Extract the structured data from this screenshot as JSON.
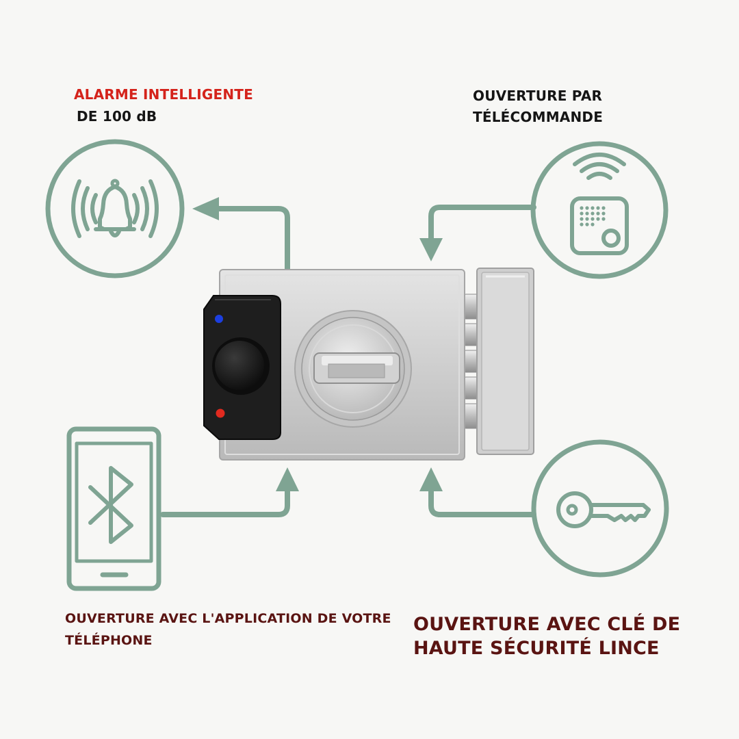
{
  "colors": {
    "background": "#f7f7f5",
    "icon_green": "#7fa493",
    "alarm_red": "#d4231b",
    "dark_text": "#151515",
    "maroon_text": "#5a1412",
    "lock_silver": "#c9c9c9",
    "led_blue": "#1c3fe0",
    "led_red": "#e12a1f"
  },
  "features": {
    "alarm": {
      "title": "ALARME INTELLIGENTE",
      "subtitle": "DE 100 dB",
      "icon": "bell-alarm-icon"
    },
    "remote": {
      "line1": "OUVERTURE PAR",
      "line2": "TÉLÉCOMMANDE",
      "icon": "remote-control-icon"
    },
    "app": {
      "line1": "OUVERTURE AVEC L'APPLICATION DE VOTRE",
      "line2": "TÉLÉPHONE",
      "icon": "bluetooth-phone-icon"
    },
    "key": {
      "line1": "OUVERTURE AVEC CLÉ DE",
      "line2": "HAUTE SÉCURITÉ LINCE",
      "icon": "key-icon"
    }
  },
  "product": {
    "name": "smart-rim-lock",
    "icon": "lock-device"
  }
}
